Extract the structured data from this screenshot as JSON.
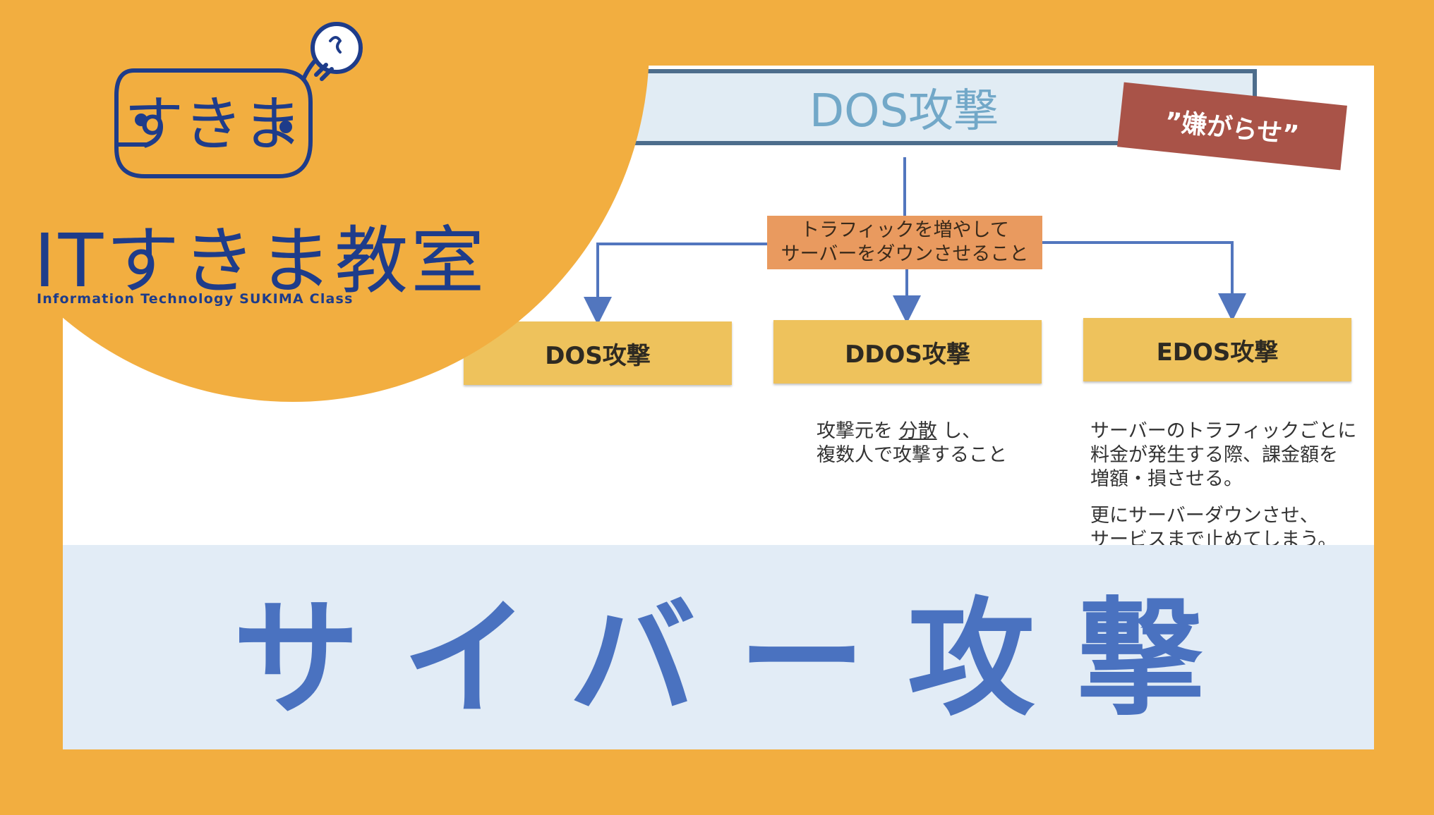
{
  "logo": {
    "badge_text": "すきま",
    "brand": "ITすきま教室",
    "tagline": "Information Technology SUKIMA Class"
  },
  "diagram": {
    "top": "DOS攻撃",
    "tag": "”嫌がらせ”",
    "middle_line1": "トラフィックを増やして",
    "middle_line2": "サーバーをダウンさせること",
    "boxes": [
      "DOS攻撃",
      "DDOS攻撃",
      "EDOS攻撃"
    ],
    "ddos_desc": {
      "part1": "攻撃元を ",
      "underlined": "分散",
      "part2": " し、",
      "line2": "複数人で攻撃すること"
    },
    "edos_desc": {
      "line1": "サーバーのトラフィックごとに",
      "line2": "料金が発生する際、課金額を",
      "line3": "増額・損させる。",
      "line4": "更にサーバーダウンさせ、",
      "line5": "サービスまで止めてしまう。"
    }
  },
  "title": "サイバー攻撃",
  "colors": {
    "background": "#F2AE40",
    "title_text": "#4A72C0",
    "title_band": "#E2ECF6",
    "logo_navy": "#1E3C8A",
    "connector": "#5276BE",
    "tag": "#A95348"
  }
}
